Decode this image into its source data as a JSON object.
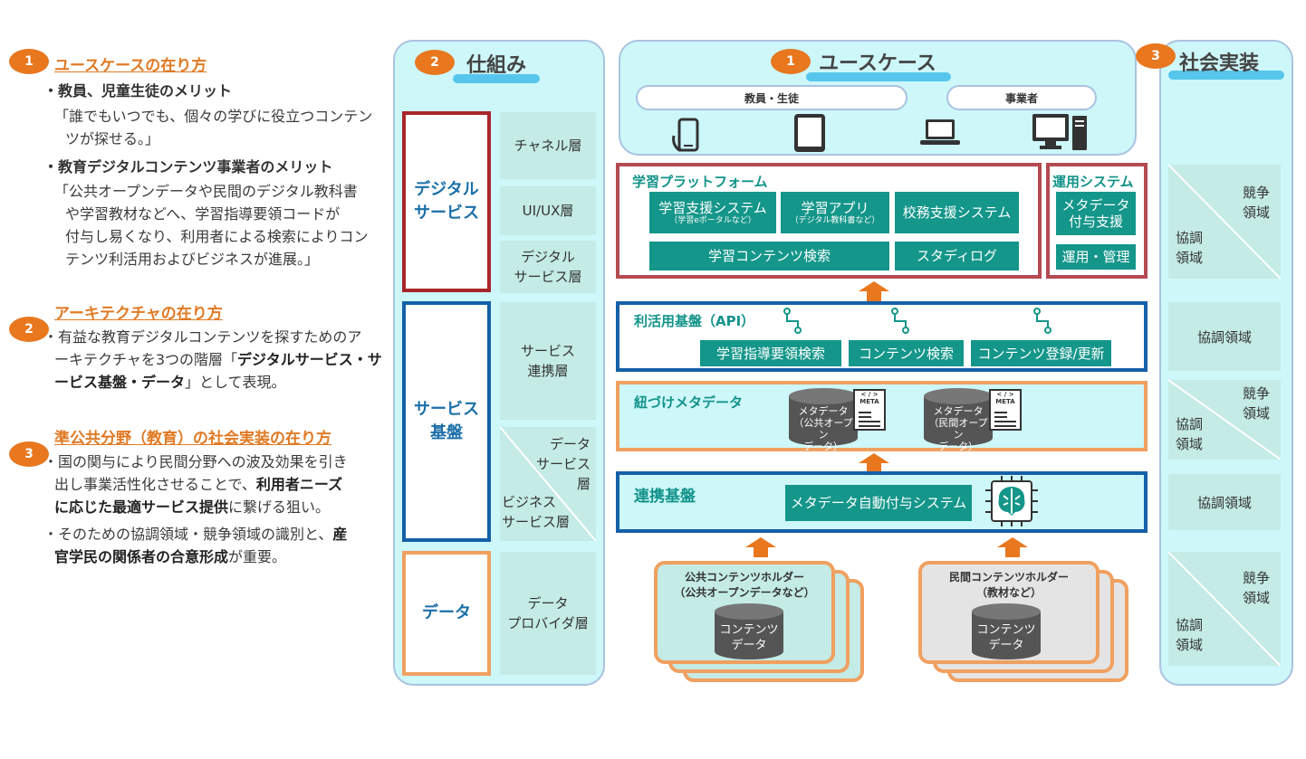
{
  "left": {
    "s1": {
      "num": "1",
      "heading": "ユースケースの在り方",
      "bullet1": "・教員、児童生徒のメリット",
      "para1a": "「誰でもいつでも、個々の学びに役立つコンテン",
      "para1b": "ツが探せる。」",
      "bullet2": "・教育デジタルコンテンツ事業者のメリット",
      "para2a": "「公共オープンデータや民間のデジタル教科書",
      "para2b": "や学習教材などへ、学習指導要領コードが",
      "para2c": "付与し易くなり、利用者による検索によりコン",
      "para2d": "テンツ利活用およびビジネスが進展。」"
    },
    "s2": {
      "num": "2",
      "heading": "アーキテクチャの在り方",
      "l1": "・有益な教育デジタルコンテンツを探すためのア",
      "l2": "ーキテクチャを3つの階層「",
      "l2b": "デジタルサービス・サ",
      "l3b": "ービス基盤・データ",
      "l3": "」として表現。"
    },
    "s3": {
      "num": "3",
      "heading": "準公共分野（教育）の社会実装の在り方",
      "l1": "・国の関与により民間分野への波及効果を引き",
      "l2": "出し事業活性化させることで、",
      "l2b": "利用者ニーズ",
      "l3b": "に応じた最適サービス提供",
      "l3": "に繋げる狙い。",
      "l4": "・そのための協調領域・競争領域の識別と、",
      "l4b": "産",
      "l5b": "官学民の関係者の合意形成",
      "l5": "が重要。"
    }
  },
  "shikumi": {
    "num": "2",
    "title": "仕組み",
    "digital": "デジタル\nサービス",
    "service": "サービス\n基盤",
    "data": "データ",
    "channel": "チャネル層",
    "uiux": "UI/UX層",
    "digital_layer": "デジタル\nサービス層",
    "service_link": "サービス\n連携層",
    "data_service": "データ\nサービス\n層",
    "business_service": "ビジネス\nサービス層",
    "data_provider": "データ\nプロバイダ層"
  },
  "usecase": {
    "num": "1",
    "title": "ユースケース",
    "teachers": "教員・生徒",
    "business": "事業者",
    "devices": [
      "smartphone-icon",
      "tablet-icon",
      "laptop-icon",
      "desktop-icon"
    ]
  },
  "platform": {
    "title": "学習プラットフォーム",
    "btn1": "学習支援システム",
    "btn1_sub": "（学習eポータルなど）",
    "btn2": "学習アプリ",
    "btn2_sub": "（デジタル教科書など）",
    "btn3": "校務支援システム",
    "btn4": "学習コンテンツ検索",
    "btn5": "スタディログ"
  },
  "ops": {
    "title": "運用システム",
    "btn1": "メタデータ\n付与支援",
    "btn2": "運用・管理"
  },
  "api": {
    "title": "利活用基盤（API）",
    "btn1": "学習指導要領検索",
    "btn2": "コンテンツ検索",
    "btn3": "コンテンツ登録/更新"
  },
  "metadata": {
    "title": "紐づけメタデータ",
    "db1": "メタデータ\n（公共オープン\nデータ）",
    "db2": "メタデータ\n（民間オープン\nデータ）",
    "doc_label": "< / >\nMETA"
  },
  "link": {
    "title": "連携基盤",
    "btn": "メタデータ自動付与システム"
  },
  "holders": {
    "public_title": "公共コンテンツホルダー\n（公共オープンデータなど）",
    "private_title": "民間コンテンツホルダー\n（教材など）",
    "db_label": "コンテンツ\nデータ"
  },
  "social": {
    "num": "3",
    "title": "社会実装",
    "compete": "競争\n領域",
    "coop": "協調\n領域",
    "coop_full": "協調領域"
  },
  "colors": {
    "orange": "#e8771e",
    "teal": "#14968a",
    "red_border": "#a8262a",
    "blue_border": "#1560a8",
    "orange_border": "#f0a060",
    "panel_bg": "#cdf7f9"
  }
}
